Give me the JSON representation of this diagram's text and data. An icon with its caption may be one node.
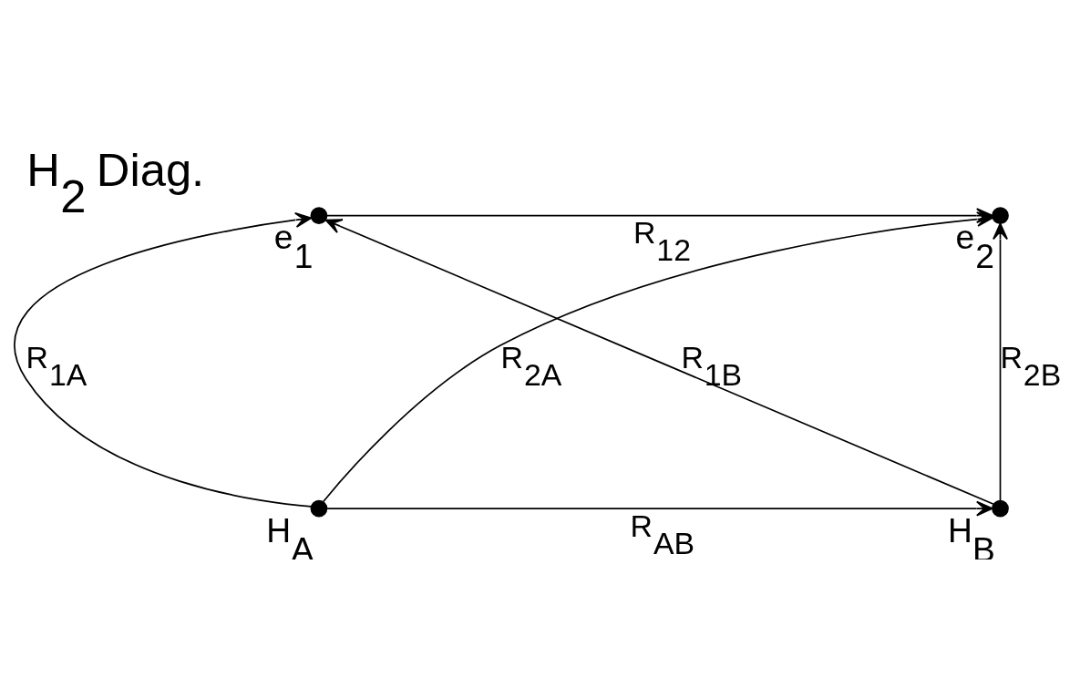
{
  "diagram": {
    "title": "H$_{2}$ Diag.",
    "nodes": [
      {
        "text": [],
        "shape": "circle",
        "beside": [
          "e$_{1}$"
        ]
      },
      {
        "text": [],
        "shape": "circle",
        "beside": [
          "e$_{2}$"
        ]
      },
      {
        "text": [],
        "shape": "circle",
        "beside": [
          "H$_{A}$"
        ]
      },
      {
        "text": [],
        "shape": "circle",
        "beside": [
          "H$_{B}$"
        ]
      }
    ],
    "edges": [
      {
        "from": 0,
        "to": 1,
        "arrow": "to",
        "label": "R$_{12}$"
      },
      {
        "from": 3,
        "to": 0,
        "arrow": "to",
        "label": "R$_{1B}$"
      },
      {
        "from": 2,
        "to": 1,
        "arrow": "to",
        "label": "R$_{2A}$"
      },
      {
        "from": 2,
        "to": 0,
        "arrow": "to",
        "label": "R$_{1A}$"
      },
      {
        "from": 3,
        "to": 1,
        "arrow": "to",
        "label": "R$_{2B}$"
      },
      {
        "from": 2,
        "to": 3,
        "arrow": "to",
        "label": "R$_{AB}$"
      }
    ]
  }
}
